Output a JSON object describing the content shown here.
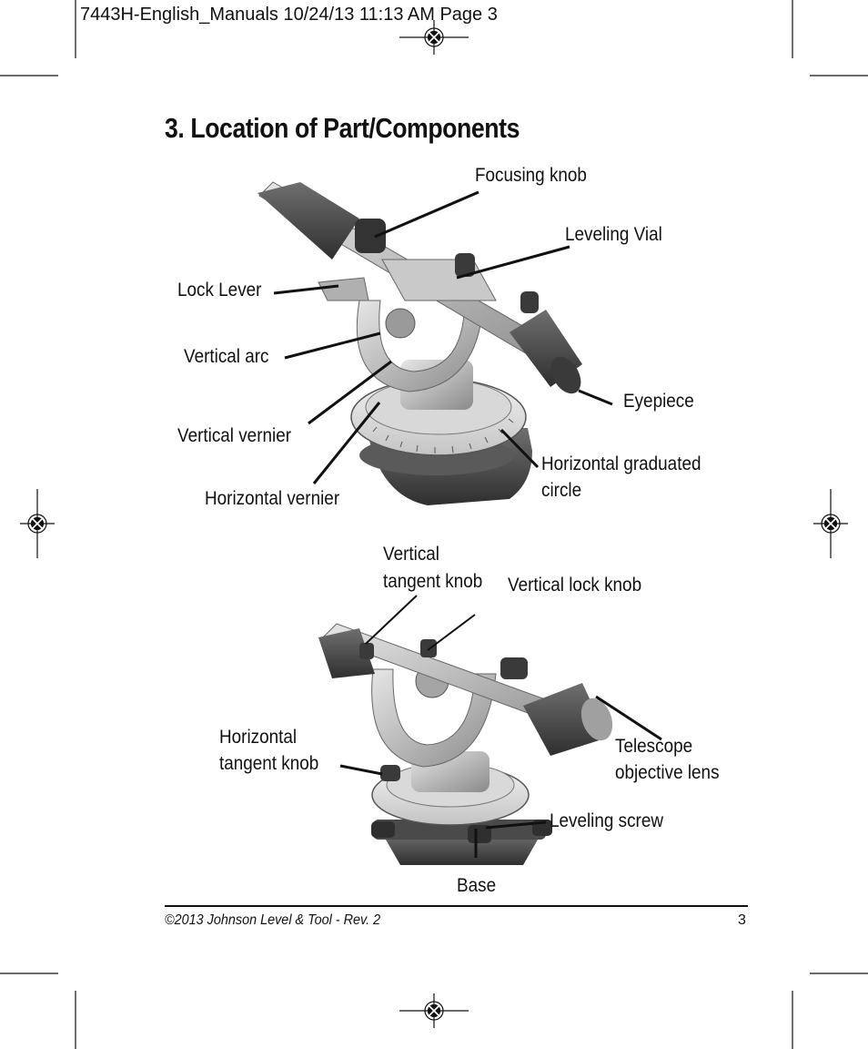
{
  "header": {
    "slug": "7443H-English_Manuals  10/24/13  11:13 AM  Page 3"
  },
  "section": {
    "title": "3. Location of Part/Components"
  },
  "figure_top": {
    "labels": {
      "focusing_knob": "Focusing knob",
      "leveling_vial": "Leveling Vial",
      "lock_lever": "Lock Lever",
      "vertical_arc": "Vertical arc",
      "eyepiece": "Eyepiece",
      "vertical_vernier": "Vertical vernier",
      "horizontal_graduated_circle_1": "Horizontal graduated",
      "horizontal_graduated_circle_2": "circle",
      "horizontal_vernier": "Horizontal vernier"
    }
  },
  "figure_bottom": {
    "labels": {
      "vertical_tangent_knob_1": "Vertical",
      "vertical_tangent_knob_2": "tangent knob",
      "vertical_lock_knob": "Vertical lock knob",
      "horizontal_tangent_knob_1": "Horizontal",
      "horizontal_tangent_knob_2": "tangent knob",
      "telescope_objective_lens_1": "Telescope",
      "telescope_objective_lens_2": "objective lens",
      "leveling_screw": "Leveling screw",
      "base": "Base"
    }
  },
  "footer": {
    "copyright": "©2013 Johnson Level & Tool - Rev. 2",
    "page_number": "3"
  }
}
